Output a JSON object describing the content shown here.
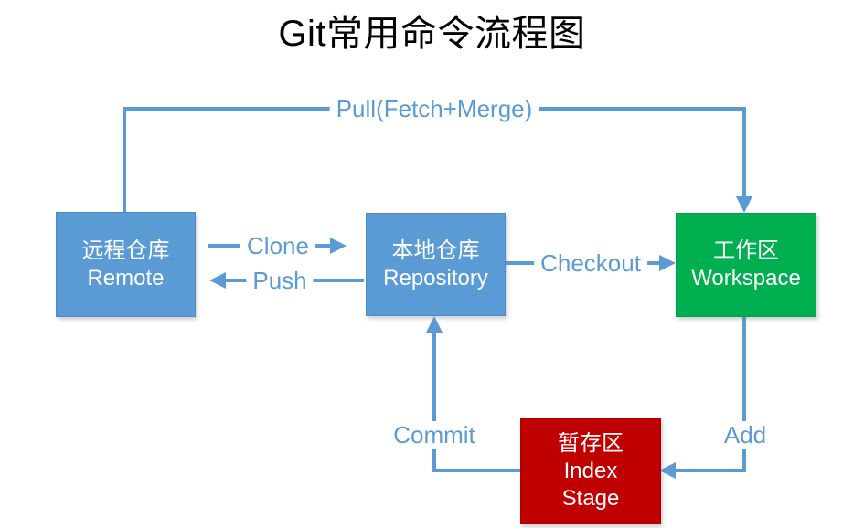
{
  "title": "Git常用命令流程图",
  "nodes": {
    "remote": {
      "line1": "远程仓库",
      "line2": "Remote"
    },
    "repository": {
      "line1": "本地仓库",
      "line2": "Repository"
    },
    "workspace": {
      "line1": "工作区",
      "line2": "Workspace"
    },
    "index": {
      "line1": "暂存区",
      "line2": "Index",
      "line3": "Stage"
    }
  },
  "edges": {
    "pull": {
      "label": "Pull(Fetch+Merge)"
    },
    "clone": {
      "label": "Clone"
    },
    "push": {
      "label": "Push"
    },
    "checkout": {
      "label": "Checkout"
    },
    "commit": {
      "label": "Commit"
    },
    "add": {
      "label": "Add"
    }
  },
  "colors": {
    "connector_blue": "#5B9BD5",
    "box_blue": "#5B9BD5",
    "box_green": "#00B050",
    "box_red": "#C00000",
    "box_text": "#FFFFFF",
    "label_text": "#5B9BD5",
    "title_text": "#000000",
    "background": "#FFFFFF"
  }
}
